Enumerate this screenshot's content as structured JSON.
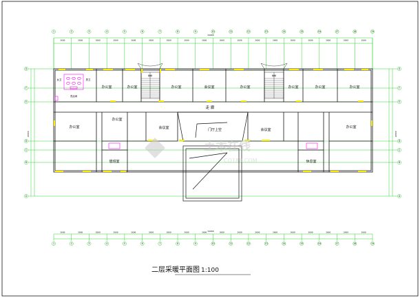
{
  "drawing": {
    "title": "二层采暖平面图",
    "scale": "1:100",
    "corridor_label": "走  廊",
    "watermark_main": "土木在线",
    "watermark_sub": "CO188.COM"
  },
  "rooms": {
    "r1": "办公室",
    "r2": "办公室",
    "r3": "办公室",
    "r4": "会议室",
    "r5": "办公室",
    "r6": "办公室",
    "r7": "办公室",
    "r8": "办公室",
    "r9": "办公室",
    "r10": "办公室",
    "r11": "会议室",
    "r12": "门厅上空",
    "r13": "会议室",
    "r14": "办公室",
    "r15": "值班室",
    "r16": "休息室",
    "wc_f": "女卫",
    "wc_m": "男卫",
    "wash": "洗浴间"
  },
  "stairs": {
    "left": "楼梯",
    "right": "楼梯"
  },
  "axes_top": [
    "1",
    "2",
    "3",
    "4",
    "5",
    "6",
    "7",
    "8",
    "9",
    "10",
    "11",
    "12",
    "13",
    "14",
    "15",
    "16",
    "17",
    "18",
    "19"
  ],
  "axes_side": [
    "G",
    "F",
    "E",
    "D",
    "C",
    "B",
    "A"
  ],
  "dims": {
    "total": "54000",
    "seg": "3600",
    "seg_b": "2400",
    "seg_c": "7200",
    "side_total": "18000",
    "side_a": "6000",
    "side_b": "2400"
  },
  "colors": {
    "wall": "#111111",
    "axis_line": "#2bd42b",
    "radiator": "#ffee00",
    "fixture": "#ff00ff",
    "watermark": "#c8c8c8"
  }
}
